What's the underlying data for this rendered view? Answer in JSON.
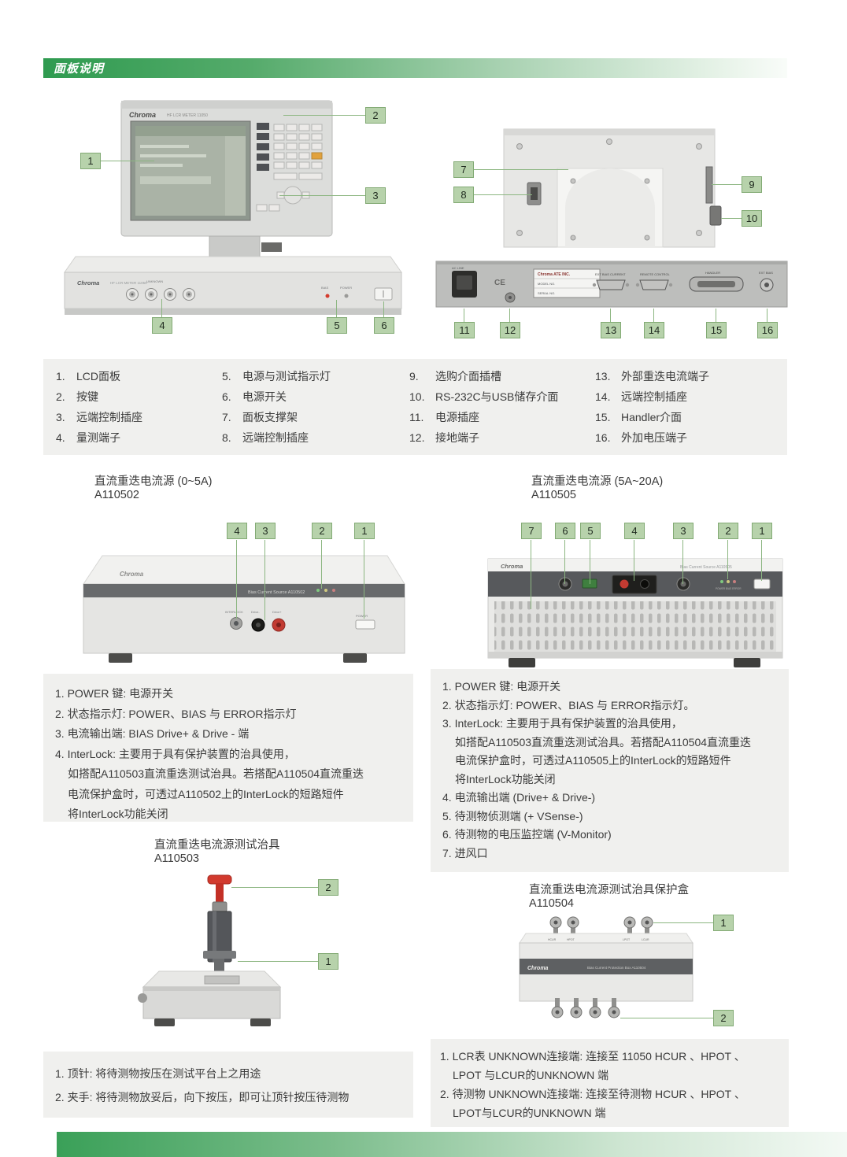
{
  "header": {
    "title": "面板说明"
  },
  "front": {
    "callouts": [
      "1",
      "2",
      "3",
      "4",
      "5",
      "6"
    ]
  },
  "rear": {
    "callouts": [
      "7",
      "8",
      "9",
      "10",
      "11",
      "12",
      "13",
      "14",
      "15",
      "16"
    ]
  },
  "legend_main": {
    "col1": [
      {
        "n": "1.",
        "t": "LCD面板"
      },
      {
        "n": "2.",
        "t": "按键"
      },
      {
        "n": "3.",
        "t": "远端控制插座"
      },
      {
        "n": "4.",
        "t": "量测端子"
      }
    ],
    "col2": [
      {
        "n": "5.",
        "t": "电源与测试指示灯"
      },
      {
        "n": "6.",
        "t": "电源开关"
      },
      {
        "n": "7.",
        "t": "面板支撑架"
      },
      {
        "n": "8.",
        "t": "远端控制插座"
      }
    ],
    "col3": [
      {
        "n": "9.",
        "t": "选购介面插槽"
      },
      {
        "n": "10.",
        "t": "RS-232C与USB储存介面"
      },
      {
        "n": "11.",
        "t": "电源插座"
      },
      {
        "n": "12.",
        "t": "接地端子"
      }
    ],
    "col4": [
      {
        "n": "13.",
        "t": "外部重迭电流端子"
      },
      {
        "n": "14.",
        "t": "远端控制插座"
      },
      {
        "n": "15.",
        "t": "Handler介面"
      },
      {
        "n": "16.",
        "t": "外加电压端子"
      }
    ]
  },
  "a110502": {
    "title": "直流重迭电流源 (0~5A)",
    "model": "A110502",
    "callouts": [
      "4",
      "3",
      "2",
      "1"
    ],
    "notes": [
      "1. POWER 键: 电源开关",
      "2. 状态指示灯: POWER、BIAS 与 ERROR指示灯",
      "3. 电流输出端: BIAS Drive+ & Drive - 端",
      "4. InterLock: 主要用于具有保护装置的治具使用，",
      "如搭配A110503直流重迭测试治具。若搭配A110504直流重迭",
      "电流保护盒时，可透过A110502上的InterLock的短路短件",
      "将InterLock功能关闭"
    ]
  },
  "a110505": {
    "title": "直流重迭电流源 (5A~20A)",
    "model": "A110505",
    "callouts": [
      "7",
      "6",
      "5",
      "4",
      "3",
      "2",
      "1"
    ],
    "notes": [
      "1. POWER 键: 电源开关",
      "2. 状态指示灯: POWER、BIAS 与 ERROR指示灯。",
      "3. InterLock: 主要用于具有保护装置的治具使用，",
      "如搭配A110503直流重迭测试治具。若搭配A110504直流重迭",
      "电流保护盒时，可透过A110505上的InterLock的短路短件",
      "将InterLock功能关闭",
      "4. 电流输出端 (Drive+ & Drive-)",
      "5. 待测物侦测端 (+ VSense-)",
      "6. 待测物的电压监控端 (V-Monitor)",
      "7. 进风口"
    ]
  },
  "a110503": {
    "title": "直流重迭电流源测试治具",
    "model": "A110503",
    "callouts": [
      "2",
      "1"
    ],
    "notes": [
      "1. 顶针: 将待测物按压在测试平台上之用途",
      "2. 夹手: 将待测物放妥后，向下按压，即可让顶针按压待测物"
    ]
  },
  "a110504": {
    "title": "直流重迭电流源测试治具保护盒",
    "model": "A110504",
    "callouts": [
      "1",
      "2"
    ],
    "notes": [
      "1. LCR表 UNKNOWN连接端: 连接至 11050 HCUR 、HPOT 、",
      "LPOT 与LCUR的UNKNOWN 端",
      "2. 待测物 UNKNOWN连接端: 连接至待测物 HCUR 、HPOT 、",
      "LPOT与LCUR的UNKNOWN 端"
    ]
  },
  "devices": {
    "brand": "Chroma",
    "front_model": "HF LCR METER 11050",
    "front_unknown": "UNKNOWN",
    "front_bias": "BIAS",
    "front_power": "POWER",
    "rear_ac": "AC LINE",
    "rear_ce": "CE",
    "rear_maker": "Chroma ATE INC.",
    "rear_model_no": "MODEL NO.",
    "rear_serial_no": "SERIAL NO.",
    "rear_ext_bias_current": "EXT BIAS CURRENT",
    "rear_remote_control": "REMOTE CONTROL",
    "rear_handler": "HANDLER",
    "rear_ext_bias": "EXT BIAS",
    "a110502_label": "Bias Current Source A110502",
    "a110502_interlock": "INTERLOCK",
    "a110502_drive_minus": "Drive-",
    "a110502_drive_plus": "Drive+",
    "a110502_power": "POWER",
    "a110505_label": "Bias Current Source A110505",
    "a110505_leds": "POWER BIAS ERROR",
    "a110504_label": "Bias Current Protection Box A110504",
    "a110504_hcur": "HCUR",
    "a110504_hpot": "HPOT",
    "a110504_lpot": "LPOT",
    "a110504_lcur": "LCUR"
  },
  "colors": {
    "accent_green": "#3fa25a",
    "callout_fill": "#b7d2ab",
    "callout_border": "#82aa74",
    "panel_gray": "#f0f0ee"
  }
}
